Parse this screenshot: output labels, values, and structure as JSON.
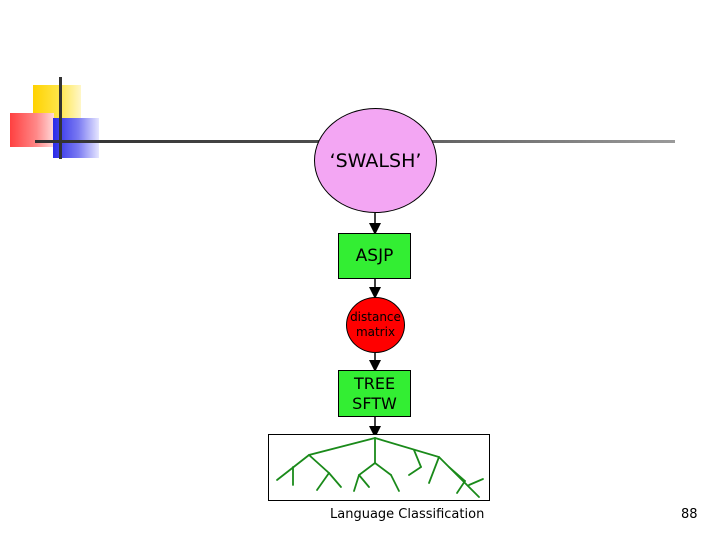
{
  "nodes": {
    "source": "‘SWALSH’",
    "asjp": "ASJP",
    "distance_line1": "distance",
    "distance_line2": "matrix",
    "software_line1": "TREE",
    "software_line2": "SFTW"
  },
  "caption": "Language Classification",
  "page_number": "88",
  "colors": {
    "source_fill": "#f3a6f3",
    "process_fill": "#33ee33",
    "matrix_fill": "#ff0000",
    "tree_stroke": "#1a8a1a"
  }
}
